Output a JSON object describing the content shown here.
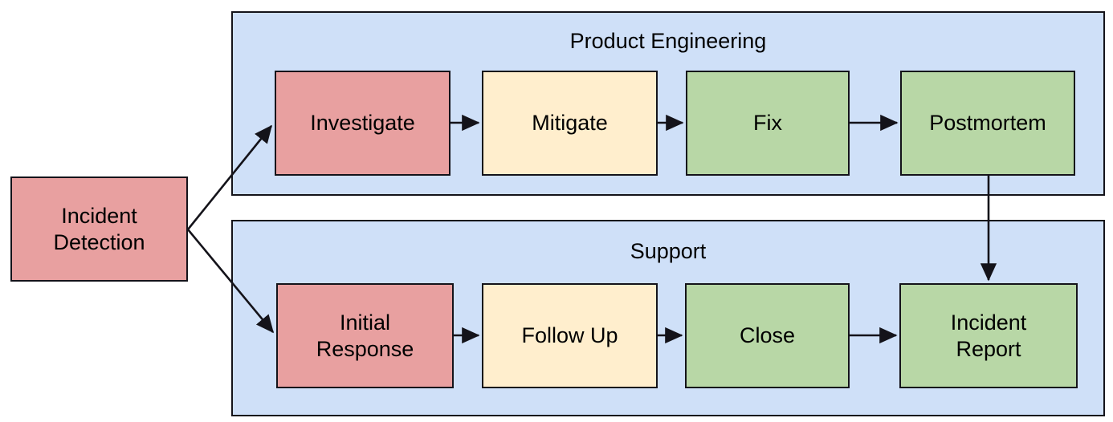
{
  "diagram": {
    "title_text_present": false,
    "colors": {
      "lane_fill": "#cfe0f8",
      "node_red": "#e8a0a0",
      "node_yellow": "#ffeecd",
      "node_green": "#b8d7a6",
      "stroke": "#14131a",
      "text": "#000000",
      "background": "#ffffff"
    },
    "lanes": [
      {
        "id": "product-engineering",
        "label": "Product Engineering"
      },
      {
        "id": "support",
        "label": "Support"
      }
    ],
    "nodes": {
      "incident_detection": {
        "label": "Incident\nDetection",
        "line1": "Incident",
        "line2": "Detection",
        "color": "red"
      },
      "investigate": {
        "label": "Investigate",
        "color": "red"
      },
      "mitigate": {
        "label": "Mitigate",
        "color": "yellow"
      },
      "fix": {
        "label": "Fix",
        "color": "green"
      },
      "postmortem": {
        "label": "Postmortem",
        "color": "green"
      },
      "initial_response": {
        "label": "Initial\nResponse",
        "line1": "Initial",
        "line2": "Response",
        "color": "red"
      },
      "follow_up": {
        "label": "Follow Up",
        "color": "yellow"
      },
      "close": {
        "label": "Close",
        "color": "green"
      },
      "incident_report": {
        "label": "Incident\nReport",
        "line1": "Incident",
        "line2": "Report",
        "color": "green"
      }
    },
    "edges": [
      {
        "from": "incident_detection",
        "to": "investigate",
        "label": ""
      },
      {
        "from": "incident_detection",
        "to": "initial_response",
        "label": ""
      },
      {
        "from": "investigate",
        "to": "mitigate",
        "label": ""
      },
      {
        "from": "mitigate",
        "to": "fix",
        "label": ""
      },
      {
        "from": "fix",
        "to": "postmortem",
        "label": ""
      },
      {
        "from": "postmortem",
        "to": "incident_report",
        "label": ""
      },
      {
        "from": "initial_response",
        "to": "follow_up",
        "label": ""
      },
      {
        "from": "follow_up",
        "to": "close",
        "label": ""
      },
      {
        "from": "close",
        "to": "incident_report",
        "label": ""
      }
    ]
  }
}
